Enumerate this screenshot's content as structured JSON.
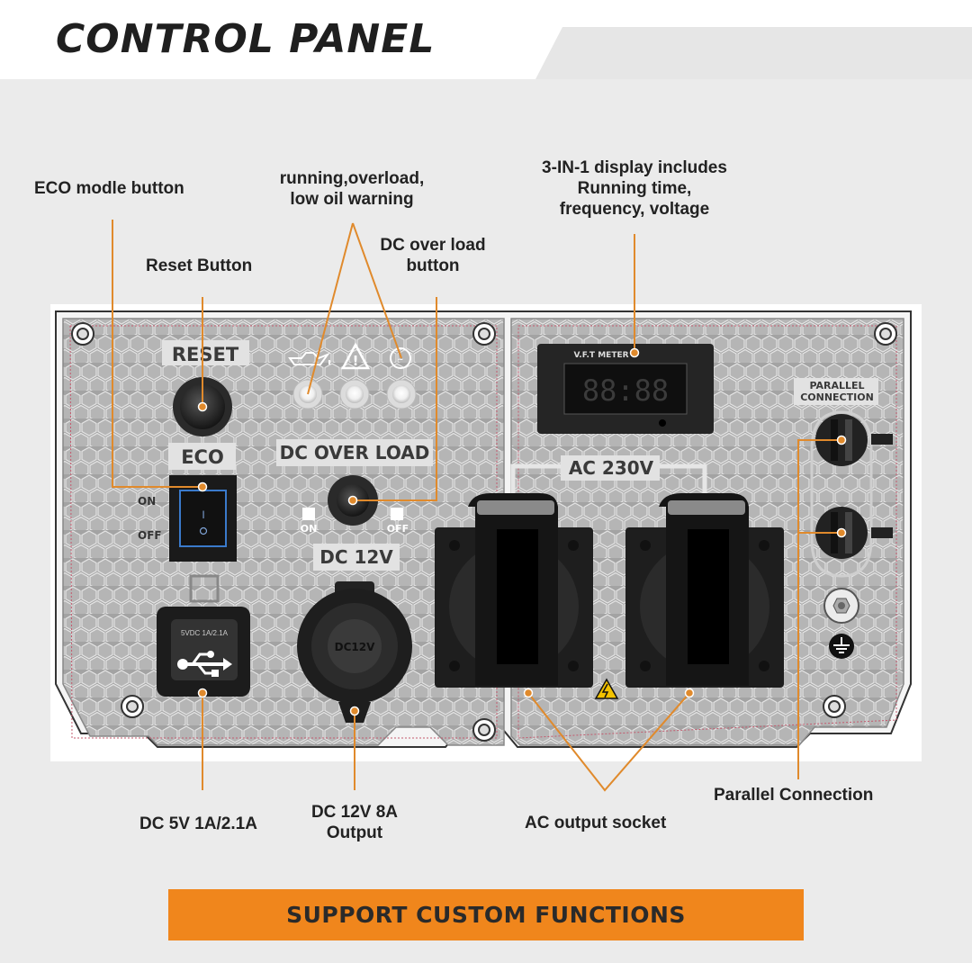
{
  "header": {
    "title": "CONTROL PANEL"
  },
  "panel_labels": {
    "reset": "RESET",
    "eco": "ECO",
    "on": "ON",
    "off": "OFF",
    "dc_over_load": "DC OVER LOAD",
    "breaker_on": "ON",
    "breaker_off": "OFF",
    "dc_12v": "DC 12V",
    "dc_12v_socket": "DC12V",
    "usb_rating": "5VDC 1A/2.1A",
    "meter": "V.F.T METER",
    "meter_digits": "88:88",
    "ac_230v": "AC  230V",
    "parallel_line1": "PARALLEL",
    "parallel_line2": "CONNECTION"
  },
  "callouts": {
    "eco_button": "ECO modle button",
    "reset_button": "Reset Button",
    "warning_line1": "running,overload,",
    "warning_line2": "low oil warning",
    "dc_over_load_line1": "DC over load",
    "dc_over_load_line2": "button",
    "display_line1": "3-IN-1 display includes",
    "display_line2": "Running time,",
    "display_line3": "frequency, voltage",
    "dc_5v": "DC 5V 1A/2.1A",
    "dc_12v_line1": "DC 12V 8A",
    "dc_12v_line2": "Output",
    "ac_socket": "AC output socket",
    "parallel": "Parallel Connection"
  },
  "banner": {
    "text": "SUPPORT CUSTOM FUNCTIONS"
  },
  "colors": {
    "accent_orange": "#f0861c",
    "leader_line": "#e08a2c",
    "panel_gray": "#9a9a9a",
    "socket_black": "#1e1e1e"
  },
  "icons": [
    "oil-can-icon",
    "warning-triangle-icon",
    "overload-icon",
    "usb-icon",
    "ground-icon",
    "electric-hazard-icon"
  ]
}
